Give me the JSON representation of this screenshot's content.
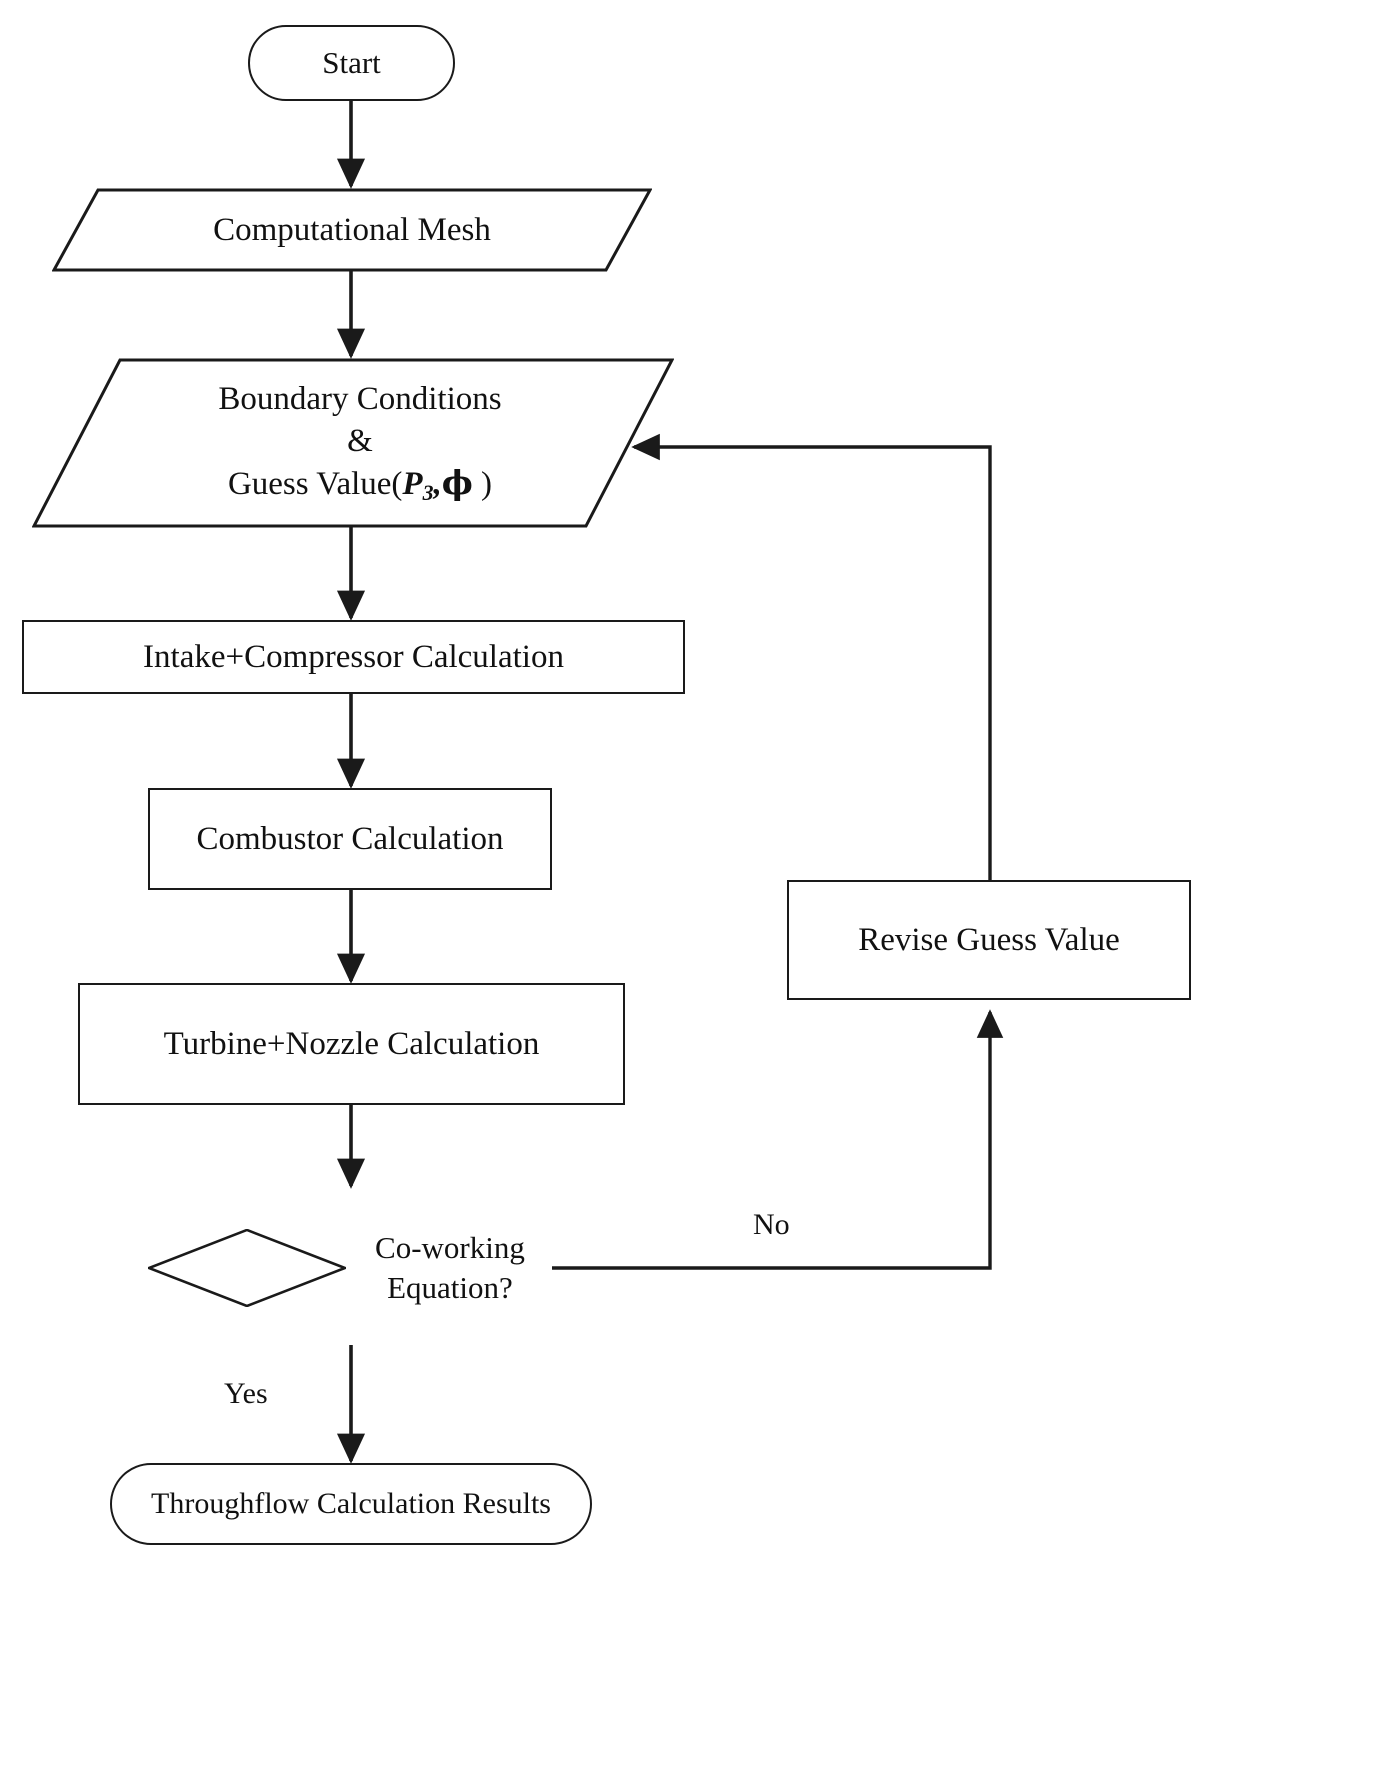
{
  "diagram": {
    "title": "Throughflow Calculation Flowchart",
    "line_color": "#1a1a1a",
    "background": "#ffffff",
    "text_color": "#111111"
  },
  "nodes": {
    "start": {
      "label": "Start",
      "shape": "stadium"
    },
    "computational_mesh": {
      "label": "Computational Mesh",
      "shape": "parallelogram"
    },
    "boundary_conditions": {
      "line1": "Boundary Conditions",
      "line2": "&",
      "line3_prefix": "Guess Value(",
      "line3_var1": "P",
      "line3_sub1": "3",
      "line3_sep": ",",
      "line3_var2": "ϕ",
      "line3_suffix": " )",
      "shape": "parallelogram"
    },
    "intake_compressor": {
      "label": "Intake+Compressor Calculation",
      "shape": "rectangle"
    },
    "combustor": {
      "label": "Combustor Calculation",
      "shape": "rectangle"
    },
    "turbine_nozzle": {
      "label": "Turbine+Nozzle Calculation",
      "shape": "rectangle"
    },
    "decision": {
      "line1": "Co-working",
      "line2": "Equation?",
      "shape": "diamond"
    },
    "revise_guess": {
      "label": "Revise Guess Value",
      "shape": "rectangle"
    },
    "results": {
      "label": "Throughflow Calculation Results",
      "shape": "stadium"
    }
  },
  "edge_labels": {
    "no": "No",
    "yes": "Yes"
  },
  "chart_data": {
    "type": "diagram",
    "subtype": "flowchart",
    "title": "Throughflow Calculation Flowchart",
    "nodes": [
      {
        "id": "start",
        "text": "Start",
        "shape": "stadium"
      },
      {
        "id": "computational_mesh",
        "text": "Computational Mesh",
        "shape": "parallelogram"
      },
      {
        "id": "boundary_conditions",
        "text": "Boundary Conditions & Guess Value(P3,ϕ )",
        "shape": "parallelogram"
      },
      {
        "id": "intake_compressor",
        "text": "Intake+Compressor Calculation",
        "shape": "rectangle"
      },
      {
        "id": "combustor",
        "text": "Combustor Calculation",
        "shape": "rectangle"
      },
      {
        "id": "turbine_nozzle",
        "text": "Turbine+Nozzle Calculation",
        "shape": "rectangle"
      },
      {
        "id": "decision",
        "text": "Co-working Equation?",
        "shape": "diamond"
      },
      {
        "id": "revise_guess",
        "text": "Revise Guess Value",
        "shape": "rectangle"
      },
      {
        "id": "results",
        "text": "Throughflow Calculation Results",
        "shape": "stadium"
      }
    ],
    "edges": [
      {
        "from": "start",
        "to": "computational_mesh",
        "label": ""
      },
      {
        "from": "computational_mesh",
        "to": "boundary_conditions",
        "label": ""
      },
      {
        "from": "boundary_conditions",
        "to": "intake_compressor",
        "label": ""
      },
      {
        "from": "intake_compressor",
        "to": "combustor",
        "label": ""
      },
      {
        "from": "combustor",
        "to": "turbine_nozzle",
        "label": ""
      },
      {
        "from": "turbine_nozzle",
        "to": "decision",
        "label": ""
      },
      {
        "from": "decision",
        "to": "revise_guess",
        "label": "No"
      },
      {
        "from": "revise_guess",
        "to": "boundary_conditions",
        "label": ""
      },
      {
        "from": "decision",
        "to": "results",
        "label": "Yes"
      }
    ]
  }
}
